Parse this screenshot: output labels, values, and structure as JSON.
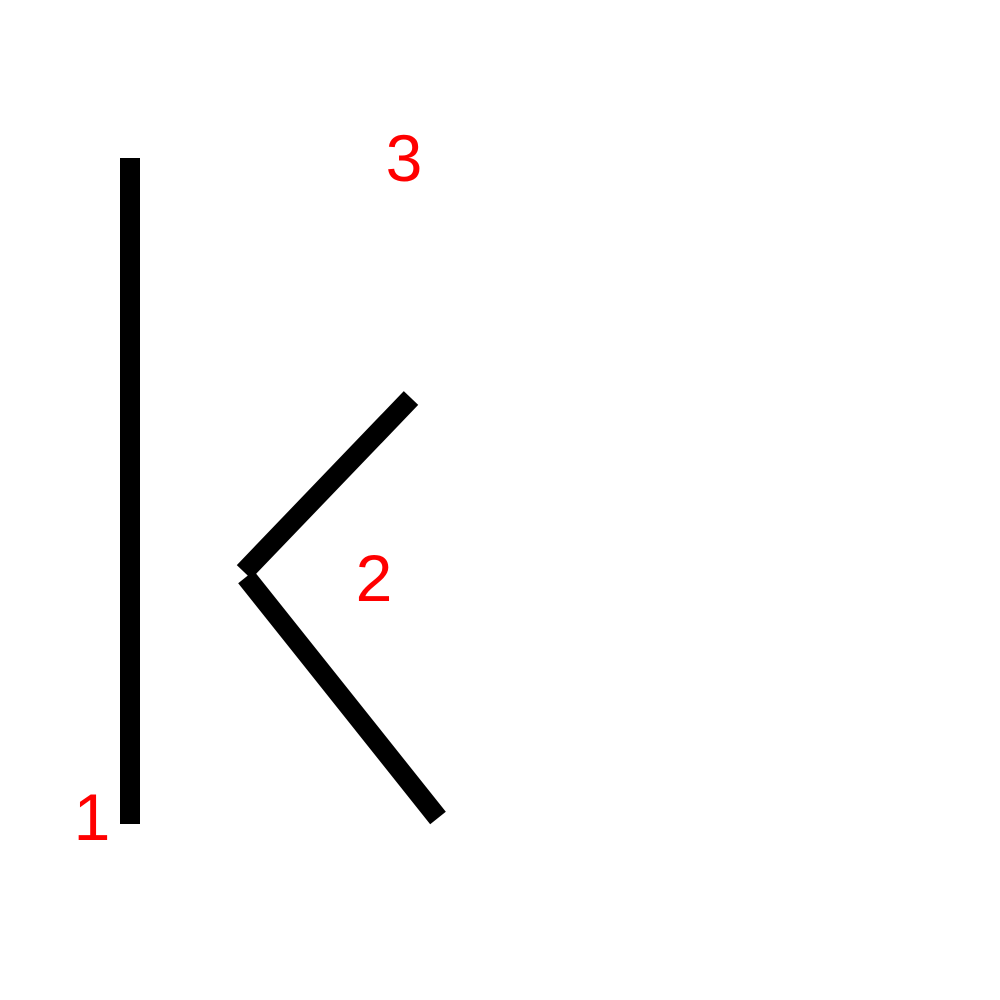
{
  "strokes": [
    {
      "label": "1",
      "label_color": "#ff0000",
      "line_color": "#000000"
    },
    {
      "label": "2",
      "label_color": "#ff0000",
      "line_color": "#000000"
    },
    {
      "label": "3",
      "label_color": "#ff0000",
      "line_color": "#000000"
    }
  ]
}
